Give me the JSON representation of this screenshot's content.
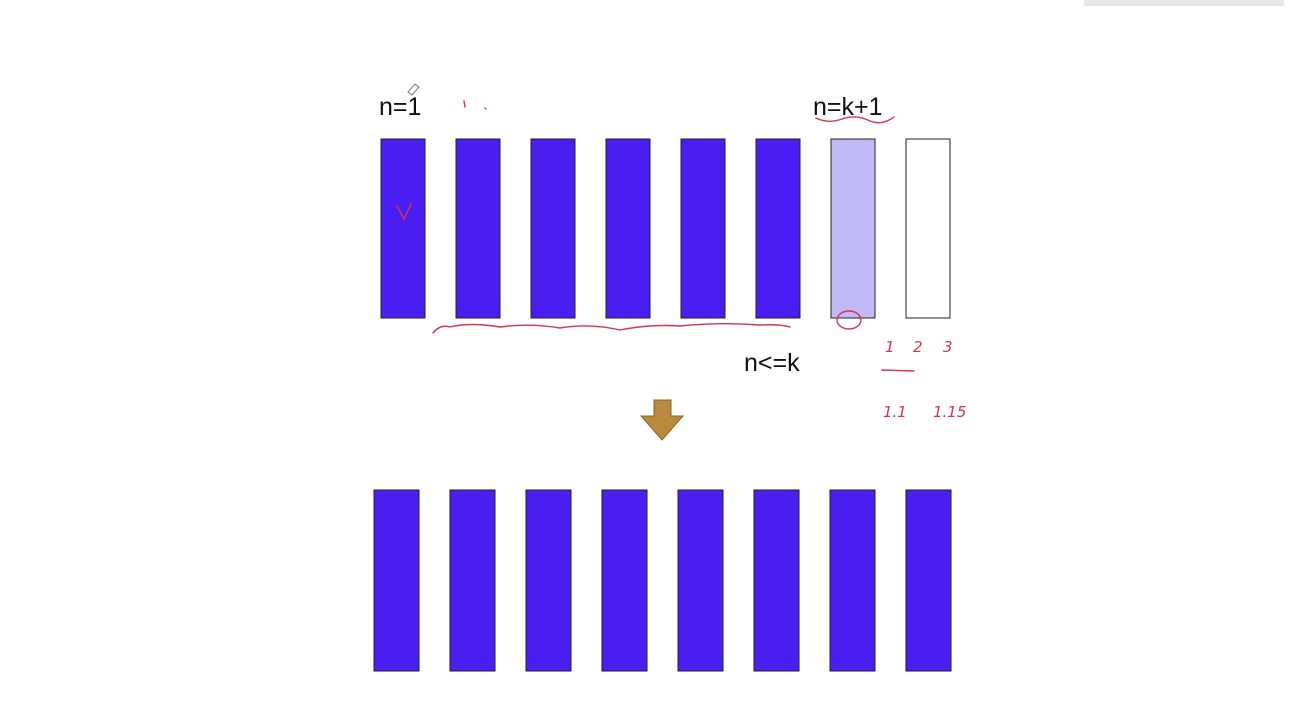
{
  "labels": {
    "n_eq_1": "n=1",
    "n_eq_k_plus_1": "n=k+1",
    "n_le_k": "n<=k"
  },
  "annotations": {
    "seq_1": "1",
    "seq_2": "2",
    "seq_3": "3",
    "val_a": "1.1",
    "val_b": "1.15",
    "check": "V"
  },
  "rows": {
    "top": [
      "filled",
      "filled",
      "filled",
      "filled",
      "filled",
      "filled",
      "light",
      "empty"
    ],
    "bottom": [
      "filled",
      "filled",
      "filled",
      "filled",
      "filled",
      "filled",
      "filled",
      "filled"
    ]
  },
  "colors": {
    "filled": "#4a1ef2",
    "light": "#c1b9f5",
    "empty": "#ffffff",
    "arrow": "#b98a3d",
    "ink": "#d8344a"
  }
}
